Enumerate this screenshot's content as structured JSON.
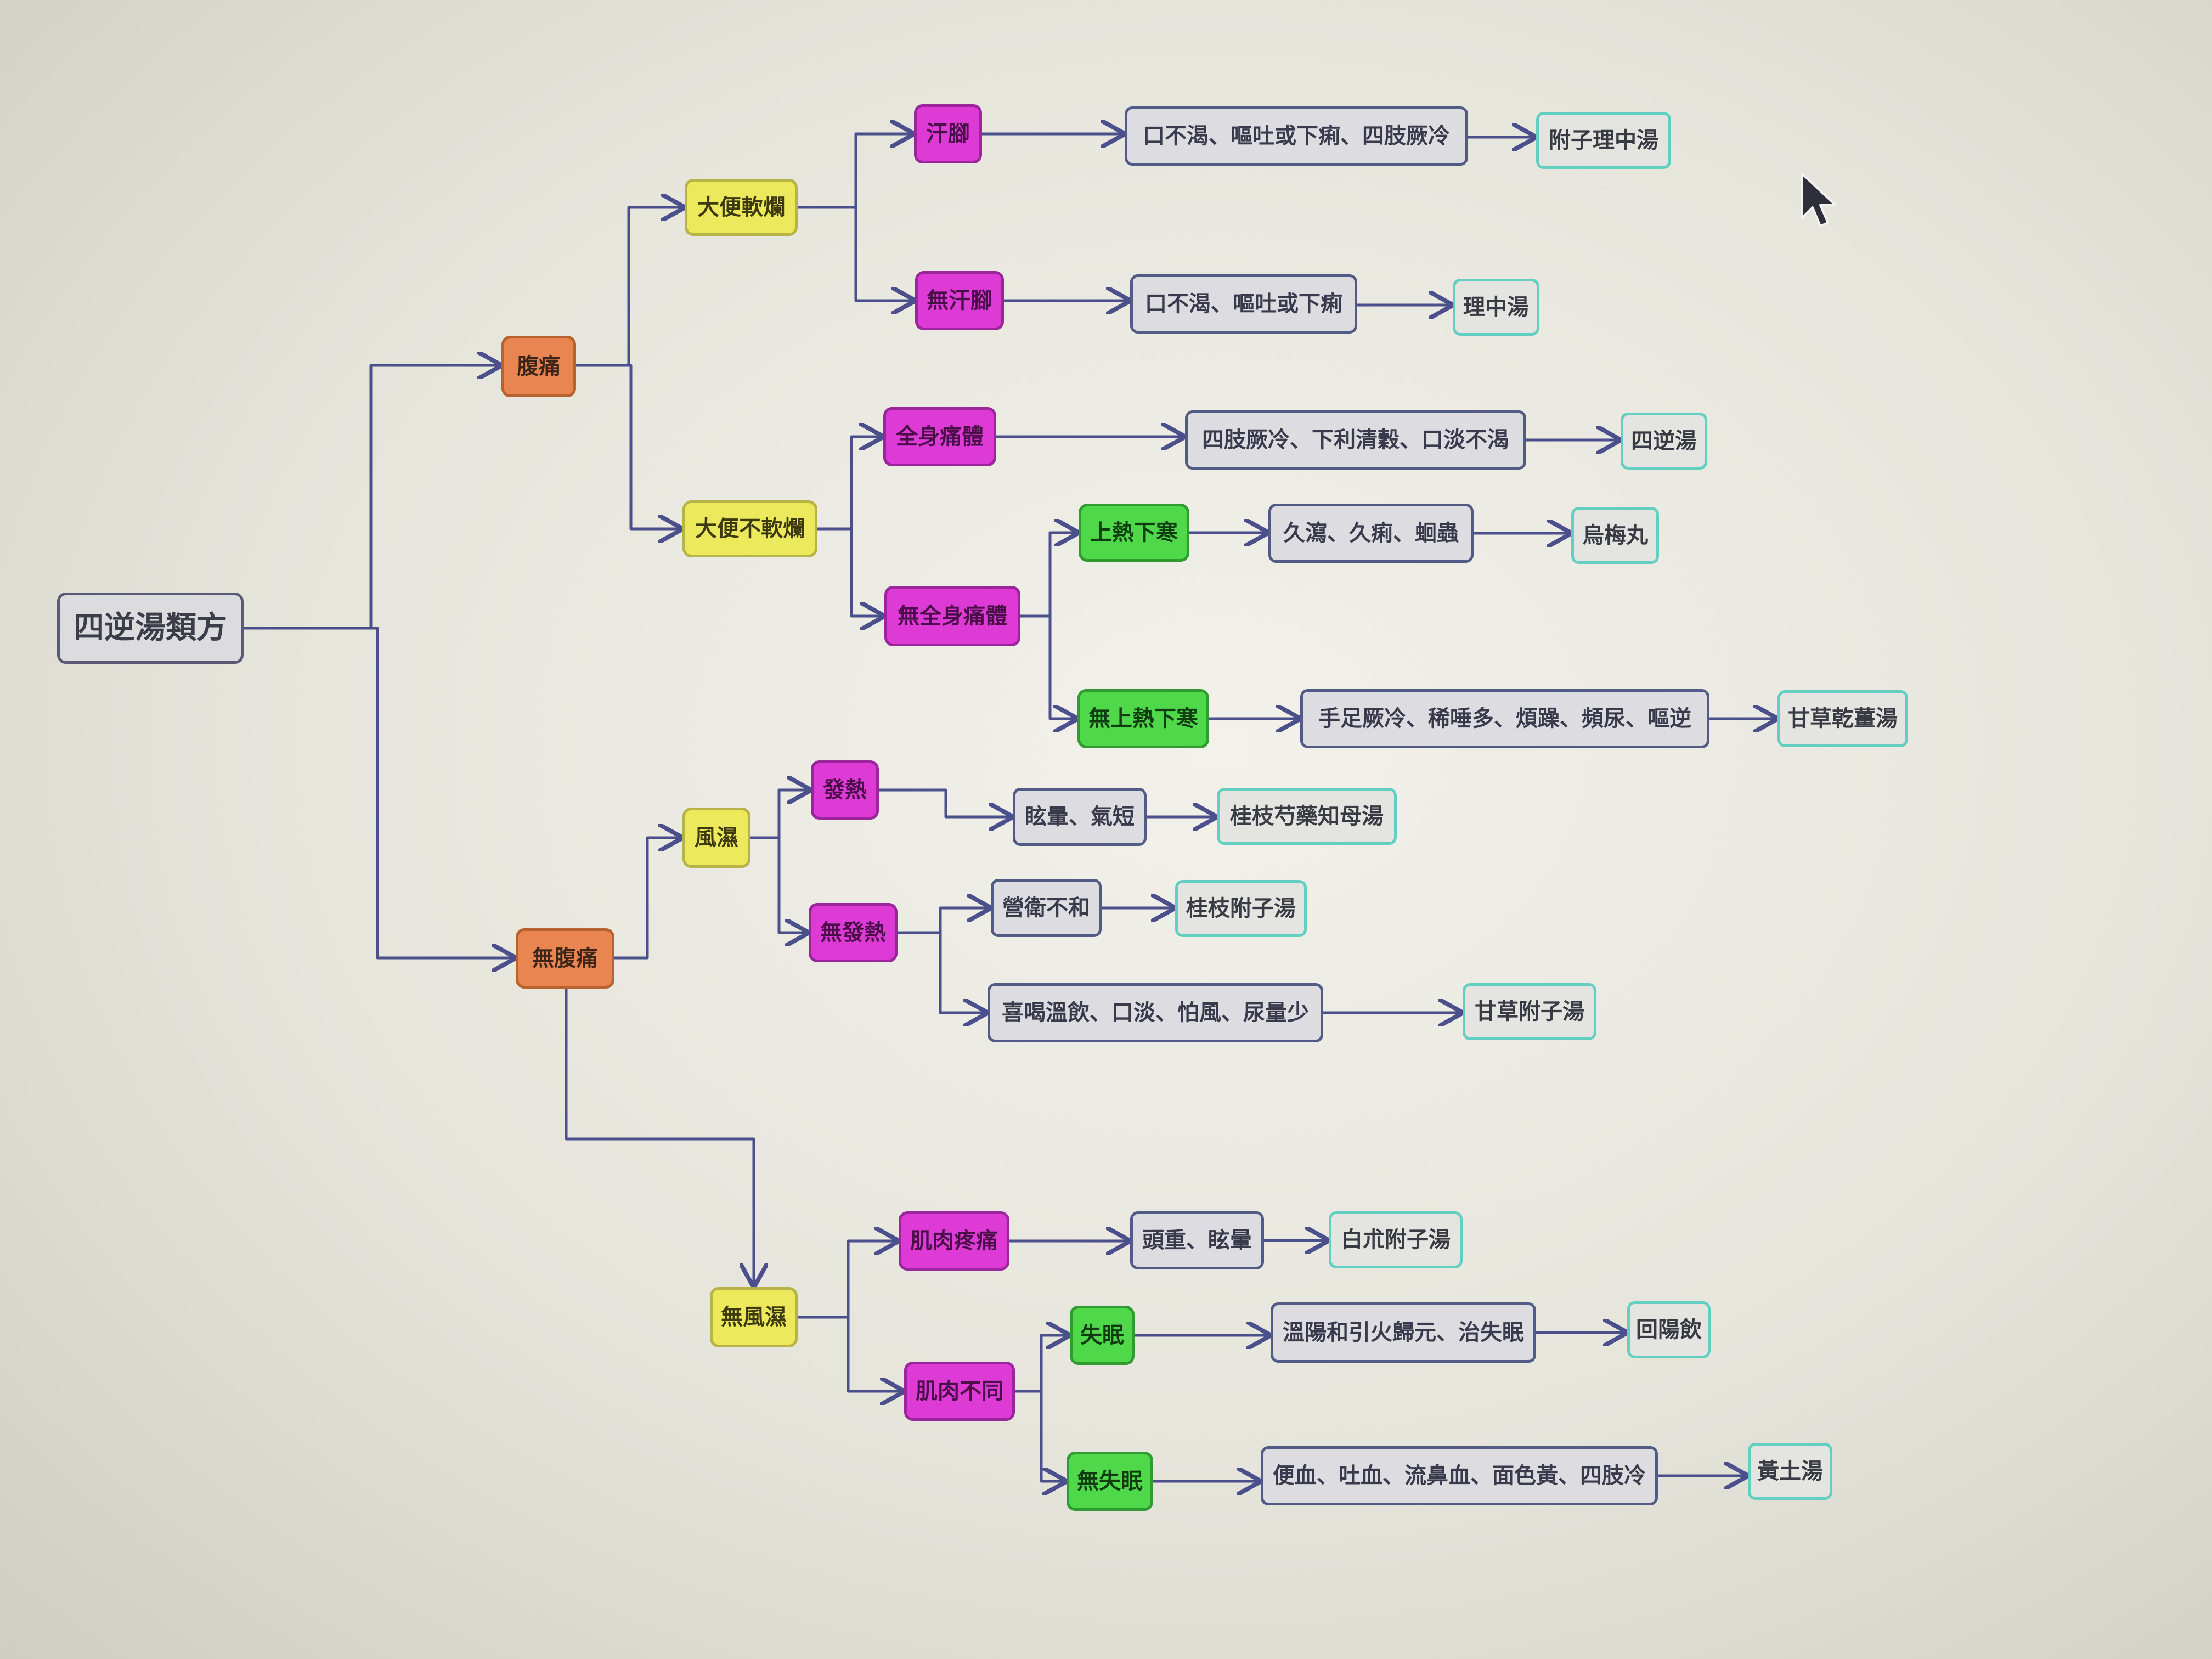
{
  "colors": {
    "edge": "#4b4f8c",
    "root": "#dcdcdf",
    "orange": "#e88550",
    "yellow": "#ecea5c",
    "magenta": "#dd3ad6",
    "green": "#4fd84a",
    "symptom_border": "#525a86",
    "formula_border": "#62cfc2"
  },
  "nodes": {
    "root": "四逆湯類方",
    "abdominal_pain": "腹痛",
    "no_abdominal_pain": "無腹痛",
    "soft_stool": "大便軟爛",
    "not_soft_stool": "大便不軟爛",
    "sweaty_feet": "汗腳",
    "no_sweaty_feet": "無汗腳",
    "symptoms_fuzi_lizhong": "口不渴、嘔吐或下痢、四肢厥冷",
    "formula_fuzi_lizhong": "附子理中湯",
    "symptoms_lizhong": "口不渴、嘔吐或下痢",
    "formula_lizhong": "理中湯",
    "whole_body_pain": "全身痛體",
    "no_whole_body_pain": "無全身痛體",
    "symptoms_sini": "四肢厥冷、下利清穀、口淡不渴",
    "formula_sini": "四逆湯",
    "upper_heat_lower_cold": "上熱下寒",
    "no_upper_heat_lower_cold": "無上熱下寒",
    "symptoms_wumei": "久瀉、久痢、蛔蟲",
    "formula_wumei": "烏梅丸",
    "symptoms_gancao_ganjiang": "手足厥冷、稀唾多、煩躁、頻尿、嘔逆",
    "formula_gancao_ganjiang": "甘草乾薑湯",
    "wind_damp": "風濕",
    "no_wind_damp": "無風濕",
    "fever": "發熱",
    "no_fever": "無發熱",
    "symptoms_guizhi_shaoyao": "眩暈、氣短",
    "formula_guizhi_shaoyao": "桂枝芍藥知母湯",
    "symptoms_guizhi_fuzi": "營衛不和",
    "formula_guizhi_fuzi": "桂枝附子湯",
    "symptoms_gancao_fuzi": "喜喝溫飲、口淡、怕風、尿量少",
    "formula_gancao_fuzi": "甘草附子湯",
    "muscle_pain": "肌肉疼痛",
    "muscle_unchanged": "肌肉不同",
    "symptoms_baizhu_fuzi": "頭重、眩暈",
    "formula_baizhu_fuzi": "白朮附子湯",
    "insomnia": "失眠",
    "no_insomnia": "無失眠",
    "symptoms_huiyang": "溫陽和引火歸元、治失眠",
    "formula_huiyang": "回陽飲",
    "symptoms_huangtu": "便血、吐血、流鼻血、面色黃、四肢冷",
    "formula_huangtu": "黃土湯"
  }
}
